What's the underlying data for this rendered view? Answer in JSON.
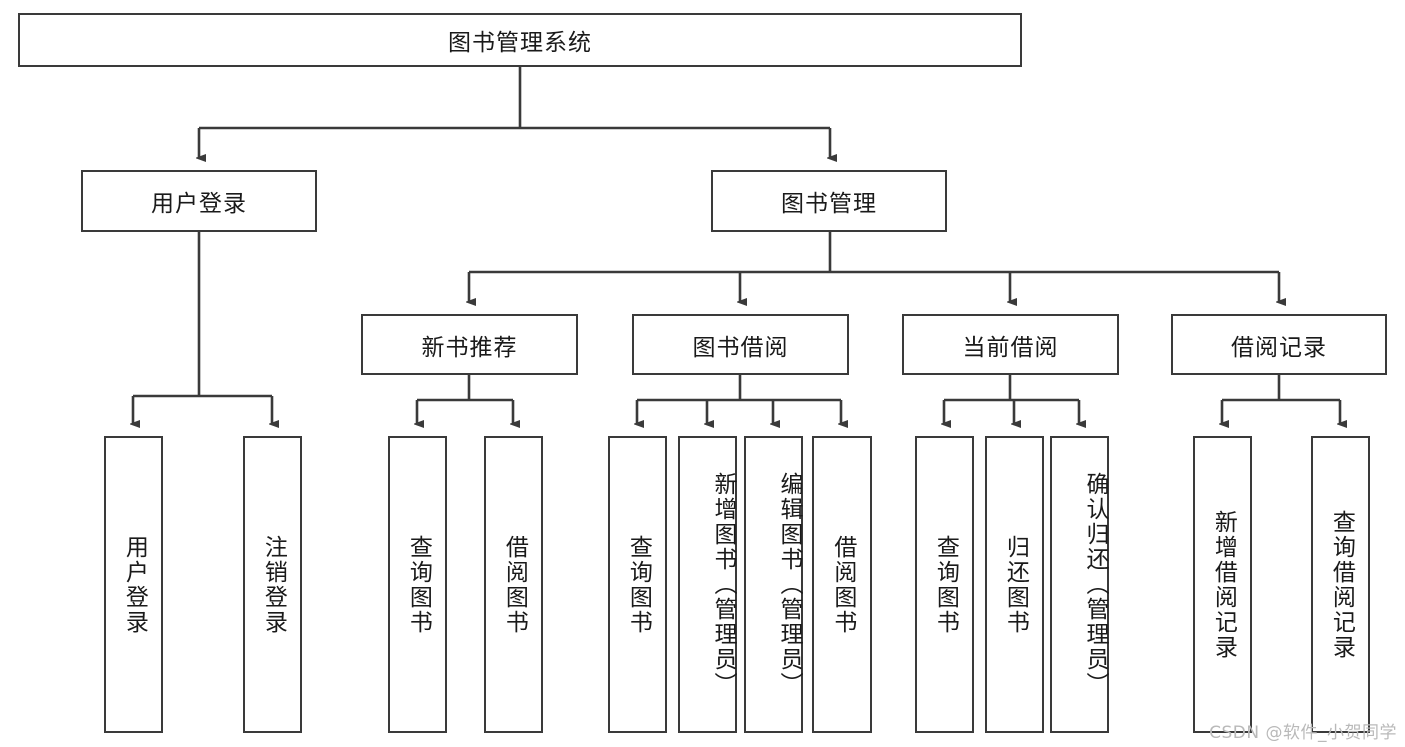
{
  "diagram": {
    "title": "图书管理系统",
    "type": "tree-hierarchy-diagram",
    "colors": {
      "border": "#3a3a3a",
      "background": "#ffffff",
      "text": "#1a1a1a",
      "watermark": "#b9b9b9"
    },
    "root": {
      "label": "图书管理系统"
    },
    "level2": [
      {
        "label": "用户登录"
      },
      {
        "label": "图书管理"
      }
    ],
    "level3": [
      {
        "label": "新书推荐"
      },
      {
        "label": "图书借阅"
      },
      {
        "label": "当前借阅"
      },
      {
        "label": "借阅记录"
      }
    ],
    "leaves": {
      "user_login": [
        {
          "label": "用户登录"
        },
        {
          "label": "注销登录"
        }
      ],
      "new_book_recommend": [
        {
          "label": "查询图书"
        },
        {
          "label": "借阅图书"
        }
      ],
      "book_borrow": [
        {
          "label": "查询图书"
        },
        {
          "label": "新增图书（管理员）"
        },
        {
          "label": "编辑图书（管理员）"
        },
        {
          "label": "借阅图书"
        }
      ],
      "current_borrow": [
        {
          "label": "查询图书"
        },
        {
          "label": "归还图书"
        },
        {
          "label": "确认归还（管理员）"
        }
      ],
      "borrow_record": [
        {
          "label": "新增借阅记录"
        },
        {
          "label": "查询借阅记录"
        }
      ]
    }
  },
  "watermark": {
    "text": "CSDN @软件_小贺同学"
  }
}
